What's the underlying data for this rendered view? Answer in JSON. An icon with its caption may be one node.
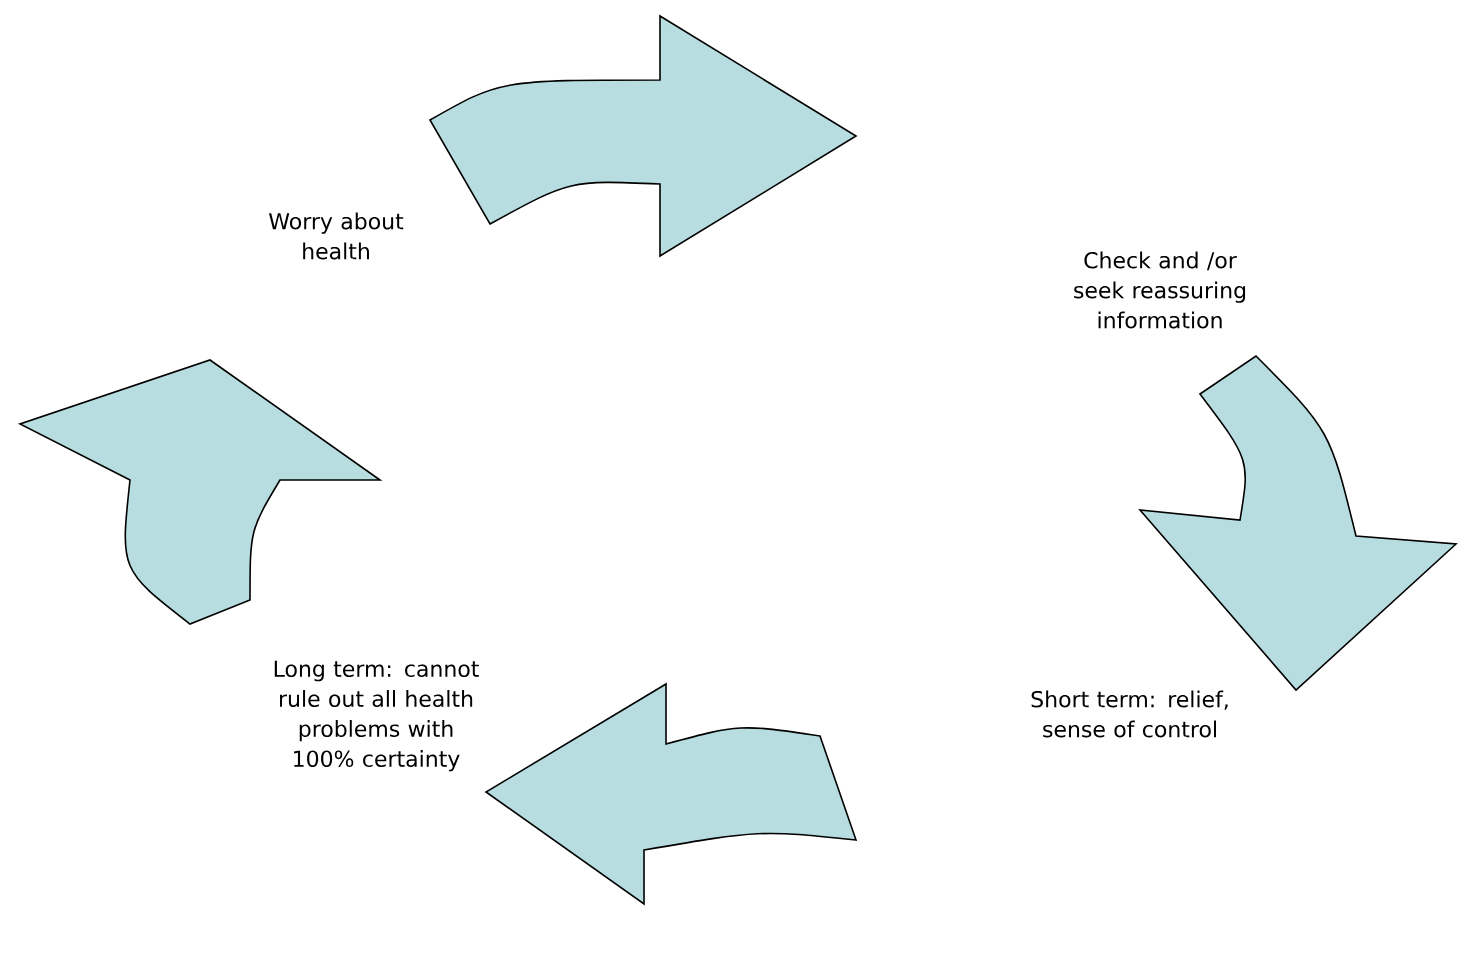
{
  "diagram": {
    "nodes": [
      {
        "text": [
          "Worry about health"
        ]
      },
      {
        "text": [
          "Check and /or seek reassuring information"
        ]
      },
      {
        "text": [
          "Short term: relief, sense of control"
        ]
      },
      {
        "text": [
          "Long term: cannot rule out all health problems with 100% certainty"
        ]
      }
    ],
    "edges": [
      {
        "from": 0,
        "to": 1,
        "arrow": "to"
      },
      {
        "from": 1,
        "to": 2,
        "arrow": "to"
      },
      {
        "from": 2,
        "to": 3,
        "arrow": "to"
      },
      {
        "from": 3,
        "to": 0,
        "arrow": "to"
      }
    ]
  }
}
